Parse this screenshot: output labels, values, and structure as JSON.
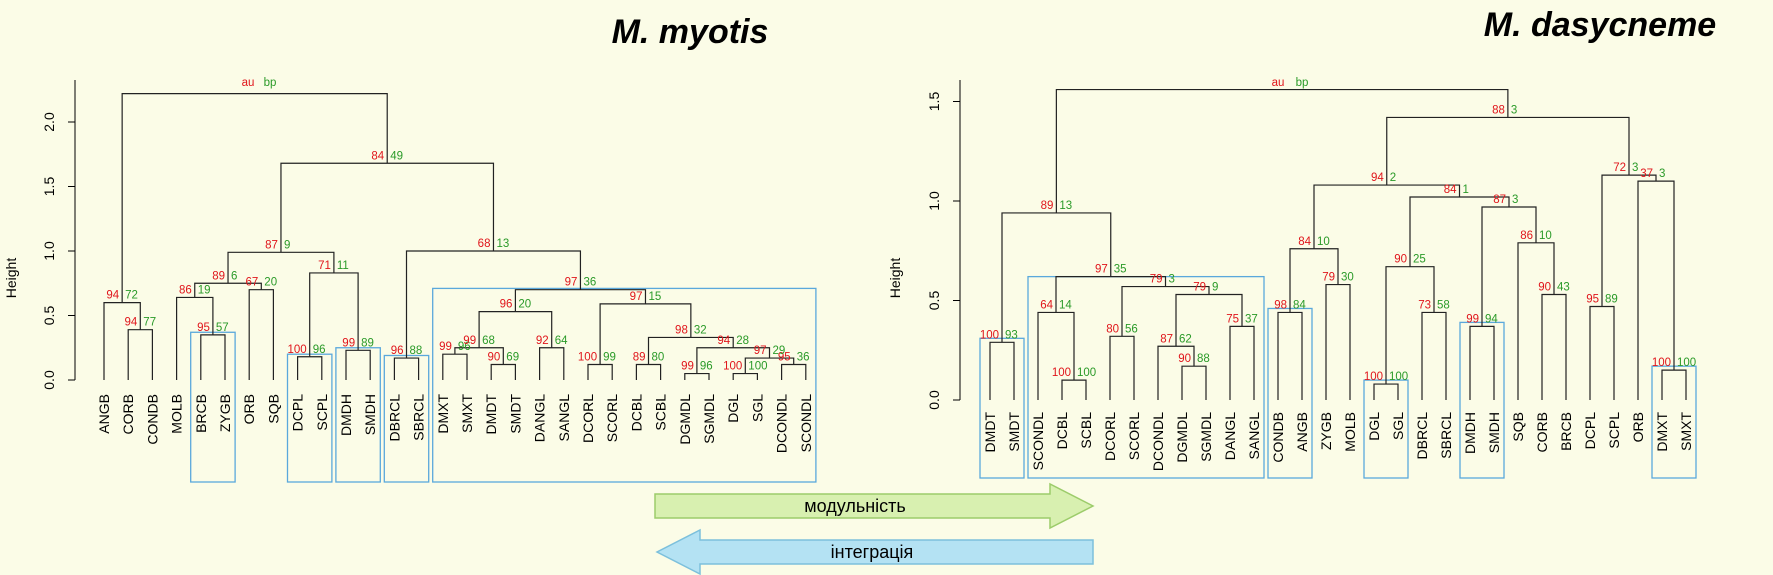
{
  "titles": {
    "left": "M. myotis",
    "right": "M. dasycneme"
  },
  "axis": {
    "ylabel": "Height"
  },
  "legend": {
    "au": "au",
    "bp": "bp"
  },
  "arrows": {
    "right_label": "модульність",
    "left_label": "інтеграція"
  },
  "colors": {
    "au": "#e0151b",
    "bp": "#2a9a28",
    "box": "#5aa8dc",
    "arrow_green": "#d8f0b0",
    "arrow_blue": "#b4e2f3"
  },
  "left_dendrogram": {
    "ylim": [
      0,
      2.35
    ],
    "ticks": [
      "0.0",
      "0.5",
      "1.0",
      "1.5",
      "2.0"
    ],
    "leaves": [
      "ANGB",
      "CORB",
      "CONDB",
      "MOLB",
      "BRCB",
      "ZYGB",
      "ORB",
      "SQB",
      "DCPL",
      "SCPL",
      "DMDH",
      "SMDH",
      "DBRCL",
      "SBRCL",
      "DMXT",
      "SMXT",
      "DMDT",
      "SMDT",
      "DANGL",
      "SANGL",
      "DCORL",
      "SCORL",
      "DCBL",
      "SCBL",
      "DGMDL",
      "SGMDL",
      "DGL",
      "SGL",
      "DCONDL",
      "SCONDL"
    ],
    "nodes_au_bp": [
      [
        "84",
        "49"
      ],
      [
        "87",
        "9"
      ],
      [
        "68",
        "13"
      ],
      [
        "89",
        "6"
      ],
      [
        "71",
        "11"
      ],
      [
        "97",
        "36"
      ],
      [
        "94",
        "72"
      ],
      [
        "94",
        "77"
      ],
      [
        "86",
        "19"
      ],
      [
        "95",
        "57"
      ],
      [
        "67",
        "20"
      ],
      [
        "100",
        "96"
      ],
      [
        "99",
        "89"
      ],
      [
        "96",
        "88"
      ],
      [
        "96",
        "20"
      ],
      [
        "97",
        "15"
      ],
      [
        "99",
        "68"
      ],
      [
        "99",
        "96"
      ],
      [
        "90",
        "69"
      ],
      [
        "92",
        "64"
      ],
      [
        "98",
        "32"
      ],
      [
        "100",
        "99"
      ],
      [
        "89",
        "80"
      ],
      [
        "94",
        "28"
      ],
      [
        "99",
        "96"
      ],
      [
        "97",
        "29"
      ],
      [
        "100",
        "100"
      ],
      [
        "95",
        "36"
      ]
    ]
  },
  "right_dendrogram": {
    "ylim": [
      0,
      1.6
    ],
    "ticks": [
      "0.0",
      "0.5",
      "1.0",
      "1.5"
    ],
    "leaves": [
      "DMDT",
      "SMDT",
      "SCONDL",
      "DCBL",
      "SCBL",
      "DCORL",
      "SCORL",
      "DCONDL",
      "DGMDL",
      "SGMDL",
      "DANGL",
      "SANGL",
      "CONDB",
      "ANGB",
      "ZYGB",
      "MOLB",
      "DGL",
      "SGL",
      "DBRCL",
      "SBRCL",
      "DMDH",
      "SMDH",
      "SQB",
      "CORB",
      "BRCB",
      "DCPL",
      "SCPL",
      "ORB",
      "DMXT",
      "SMXT"
    ],
    "nodes_au_bp": [
      [
        "88",
        "3"
      ],
      [
        "94",
        "2"
      ],
      [
        "72",
        "3"
      ],
      [
        "37",
        "3"
      ],
      [
        "89",
        "13"
      ],
      [
        "84",
        "1"
      ],
      [
        "87",
        "3"
      ],
      [
        "97",
        "35"
      ],
      [
        "84",
        "10"
      ],
      [
        "90",
        "25"
      ],
      [
        "86",
        "10"
      ],
      [
        "100",
        "93"
      ],
      [
        "64",
        "14"
      ],
      [
        "79",
        "3"
      ],
      [
        "79",
        "9"
      ],
      [
        "98",
        "84"
      ],
      [
        "79",
        "30"
      ],
      [
        "73",
        "58"
      ],
      [
        "99",
        "94"
      ],
      [
        "90",
        "43"
      ],
      [
        "95",
        "89"
      ],
      [
        "100",
        "100"
      ],
      [
        "80",
        "56"
      ],
      [
        "75",
        "37"
      ],
      [
        "87",
        "62"
      ],
      [
        "90",
        "88"
      ],
      [
        "100",
        "100"
      ],
      [
        "100",
        "100"
      ]
    ]
  }
}
